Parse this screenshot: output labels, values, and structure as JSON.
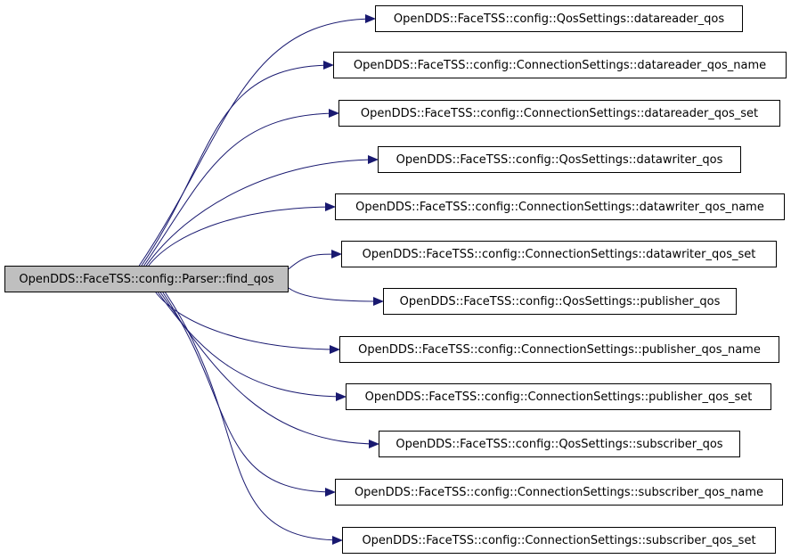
{
  "graph": {
    "edge_color": "#191970",
    "root_fill": "#bfbfbf",
    "node_fill": "#ffffff",
    "root": {
      "label": "OpenDDS::FaceTSS::config::Parser::find_qos"
    },
    "callees": [
      {
        "label": "OpenDDS::FaceTSS::config::QosSettings::datareader_qos"
      },
      {
        "label": "OpenDDS::FaceTSS::config::ConnectionSettings::datareader_qos_name"
      },
      {
        "label": "OpenDDS::FaceTSS::config::ConnectionSettings::datareader_qos_set"
      },
      {
        "label": "OpenDDS::FaceTSS::config::QosSettings::datawriter_qos"
      },
      {
        "label": "OpenDDS::FaceTSS::config::ConnectionSettings::datawriter_qos_name"
      },
      {
        "label": "OpenDDS::FaceTSS::config::ConnectionSettings::datawriter_qos_set"
      },
      {
        "label": "OpenDDS::FaceTSS::config::QosSettings::publisher_qos"
      },
      {
        "label": "OpenDDS::FaceTSS::config::ConnectionSettings::publisher_qos_name"
      },
      {
        "label": "OpenDDS::FaceTSS::config::ConnectionSettings::publisher_qos_set"
      },
      {
        "label": "OpenDDS::FaceTSS::config::QosSettings::subscriber_qos"
      },
      {
        "label": "OpenDDS::FaceTSS::config::ConnectionSettings::subscriber_qos_name"
      },
      {
        "label": "OpenDDS::FaceTSS::config::ConnectionSettings::subscriber_qos_set"
      }
    ]
  }
}
